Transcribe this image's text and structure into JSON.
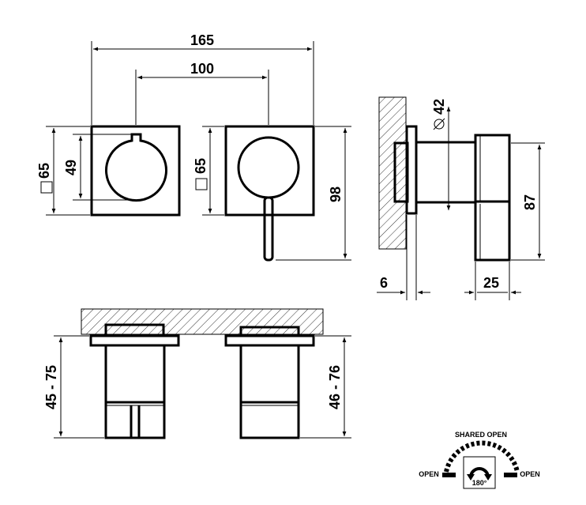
{
  "dimensions": {
    "total_width": "165",
    "center_distance": "100",
    "plate_size_left": "65",
    "knob_diameter": "49",
    "plate_size_right": "65",
    "overall_height": "98",
    "knob_diameter_side": "42",
    "side_height": "87",
    "plate_thickness": "6",
    "knob_depth": "25",
    "depth_range_left": "45 - 75",
    "depth_range_right": "46 - 76"
  },
  "symbols": {
    "square": "square-symbol",
    "diameter": "diameter-symbol"
  },
  "rotation_diagram": {
    "top_label": "SHARED OPEN",
    "left_label": "OPEN",
    "right_label": "OPEN",
    "angle_label": "180°"
  }
}
